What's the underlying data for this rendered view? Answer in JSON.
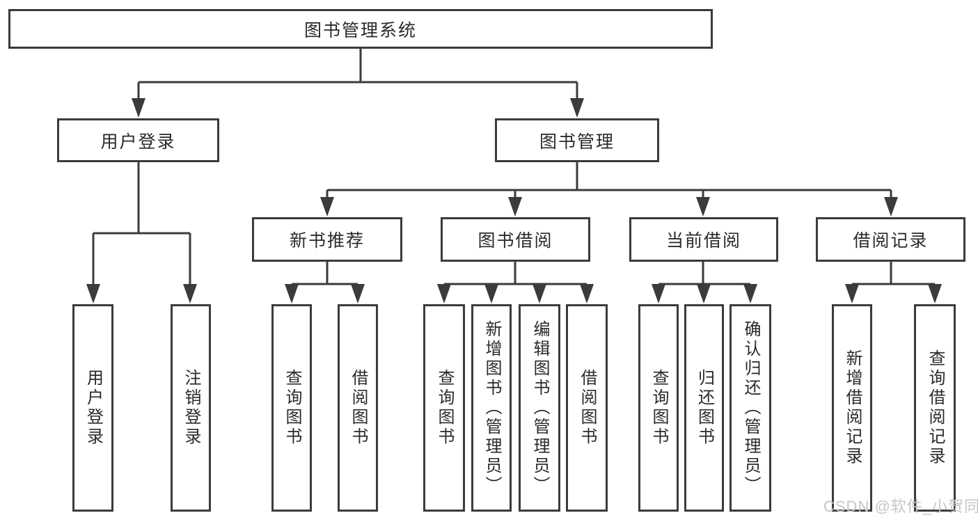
{
  "diagram": {
    "root": {
      "label": "图书管理系统",
      "children": [
        {
          "label": "用户登录",
          "children": [
            {
              "label": "用户登录"
            },
            {
              "label": "注销登录"
            }
          ]
        },
        {
          "label": "图书管理",
          "children": [
            {
              "label": "新书推荐",
              "children": [
                {
                  "label": "查询图书"
                },
                {
                  "label": "借阅图书"
                }
              ]
            },
            {
              "label": "图书借阅",
              "children": [
                {
                  "label": "查询图书"
                },
                {
                  "label": "新增图书（管理员）"
                },
                {
                  "label": "编辑图书（管理员）"
                },
                {
                  "label": "借阅图书"
                }
              ]
            },
            {
              "label": "当前借阅",
              "children": [
                {
                  "label": "查询图书"
                },
                {
                  "label": "归还图书"
                },
                {
                  "label": "确认归还（管理员）"
                }
              ]
            },
            {
              "label": "借阅记录",
              "children": [
                {
                  "label": "新增借阅记录"
                },
                {
                  "label": "查询借阅记录"
                }
              ]
            }
          ]
        }
      ]
    },
    "watermark": "CSDN @软件_小贺同学",
    "colors": {
      "line": "#3b3b3b",
      "text": "#2a2a2a",
      "watermark": "#c5c5c5",
      "background": "#ffffff"
    }
  }
}
